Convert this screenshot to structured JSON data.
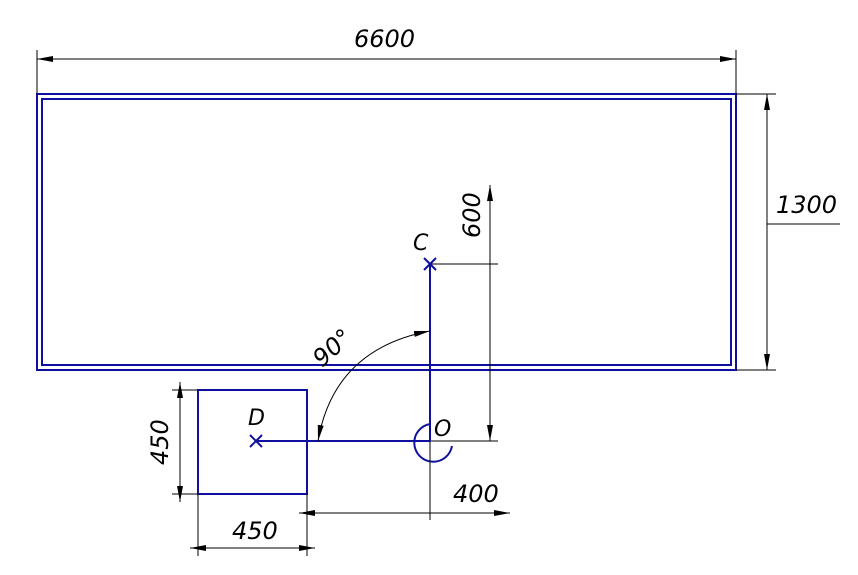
{
  "colors": {
    "geometry": "#1010a0",
    "dimension": "#000000",
    "background": "#ffffff"
  },
  "dimensions": {
    "overall_width": "6600",
    "overall_height": "1300",
    "vertical_offset": "600",
    "horizontal_offset": "400",
    "angle": "90°",
    "square_height": "450",
    "square_width": "450"
  },
  "points": {
    "c": "C",
    "o": "O",
    "d": "D"
  }
}
